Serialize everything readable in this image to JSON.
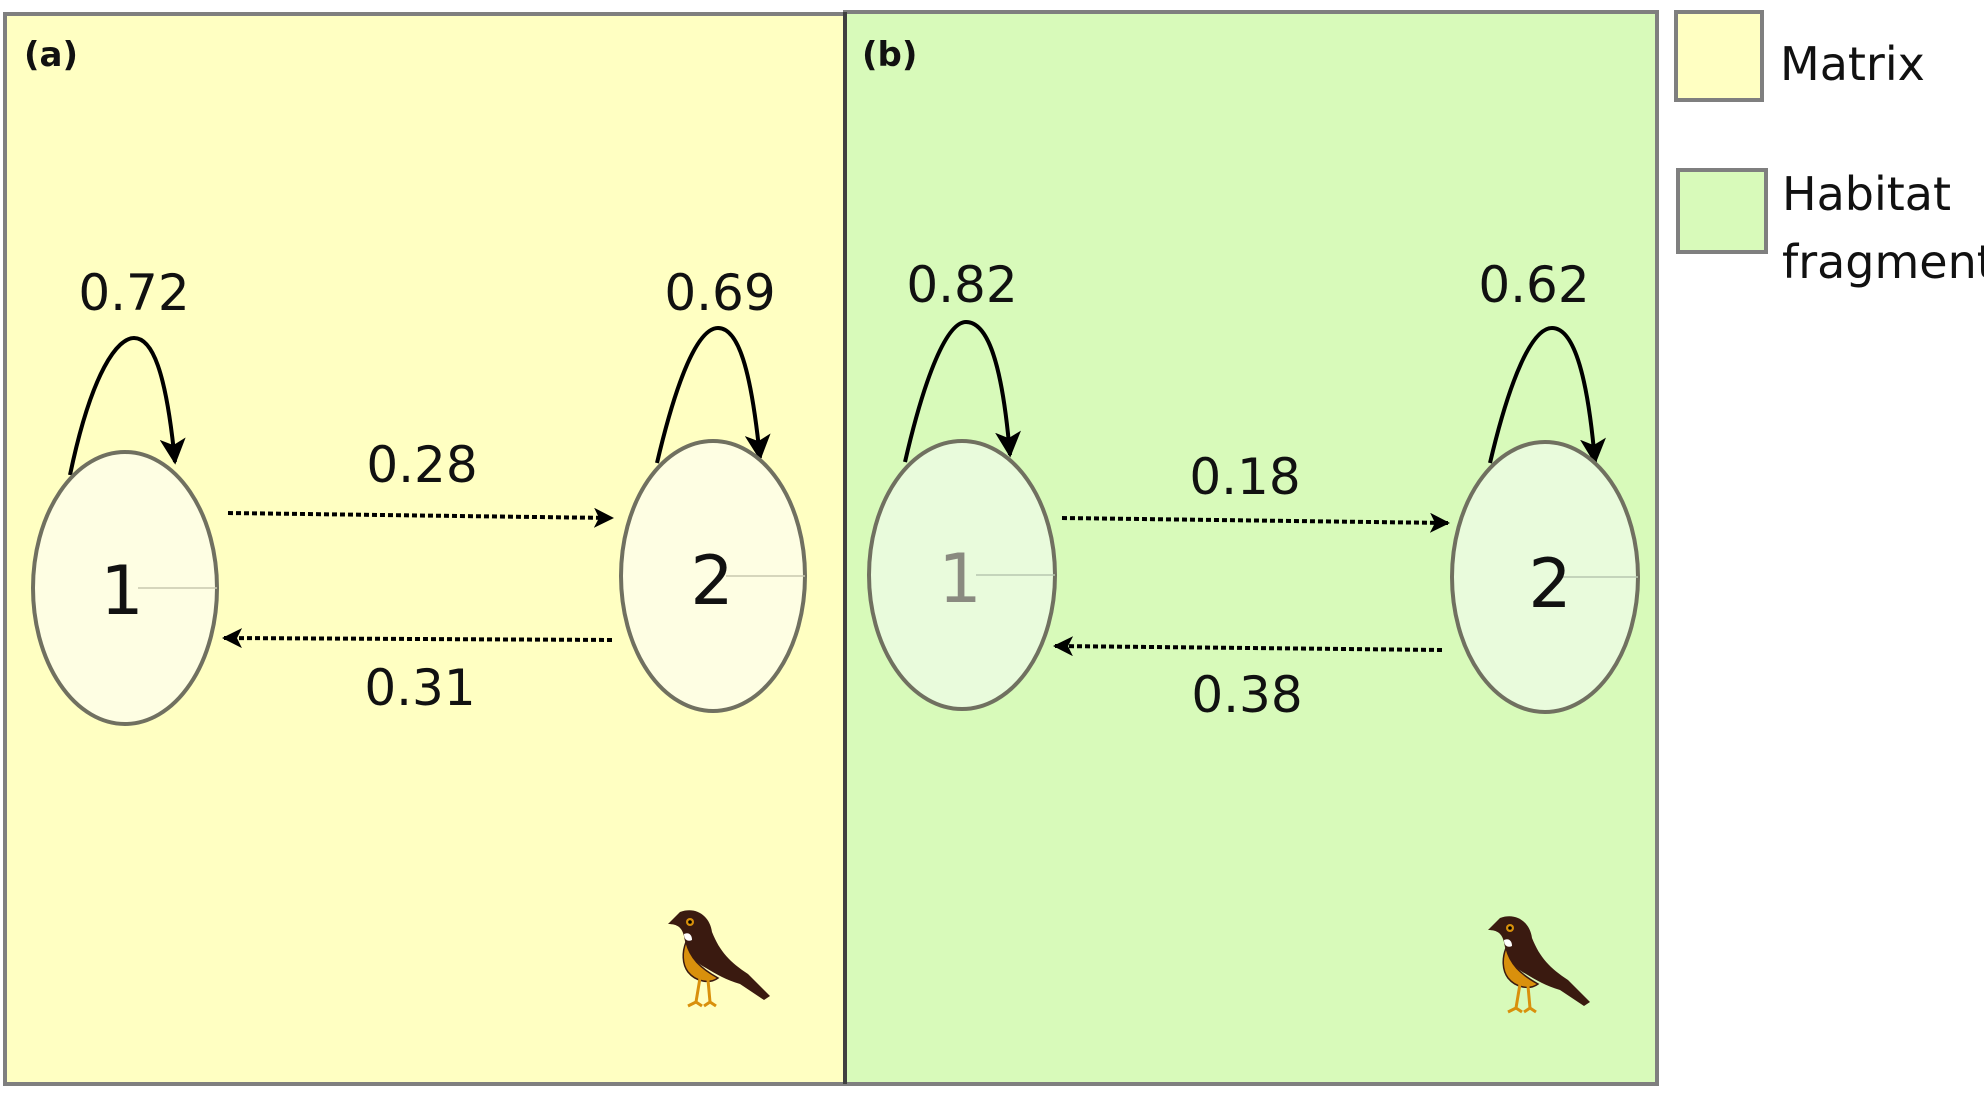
{
  "colors": {
    "matrix": "#FFFFC2",
    "habitat": "#D8FABA",
    "panel_border": "#7F7F7F",
    "node_fill_matrix": "#FEFEE3",
    "node_fill_habitat": "#E9FBDC",
    "node_stroke": "#707060",
    "arrow": "#000000",
    "bird_body": "#3A1A10",
    "bird_belly": "#D9900C"
  },
  "panels": [
    {
      "label": "(a)",
      "habitat": "matrix",
      "states": [
        {
          "label": "1",
          "color": "#111111"
        },
        {
          "label": "2",
          "color": "#111111"
        }
      ],
      "transitions": {
        "p11": "0.72",
        "p22": "0.69",
        "p12": "0.28",
        "p21": "0.31"
      }
    },
    {
      "label": "(b)",
      "habitat": "habitat",
      "states": [
        {
          "label": "1",
          "color": "#8A8A80"
        },
        {
          "label": "2",
          "color": "#111111"
        }
      ],
      "transitions": {
        "p11": "0.82",
        "p22": "0.62",
        "p12": "0.18",
        "p21": "0.38"
      }
    }
  ],
  "legend": {
    "items": [
      {
        "label_lines": [
          "Matrix"
        ],
        "color": "#FFFFC2"
      },
      {
        "label_lines": [
          "Habitat",
          "fragments"
        ],
        "color": "#D8FABA"
      }
    ]
  },
  "icons": [
    "bird-icon"
  ]
}
